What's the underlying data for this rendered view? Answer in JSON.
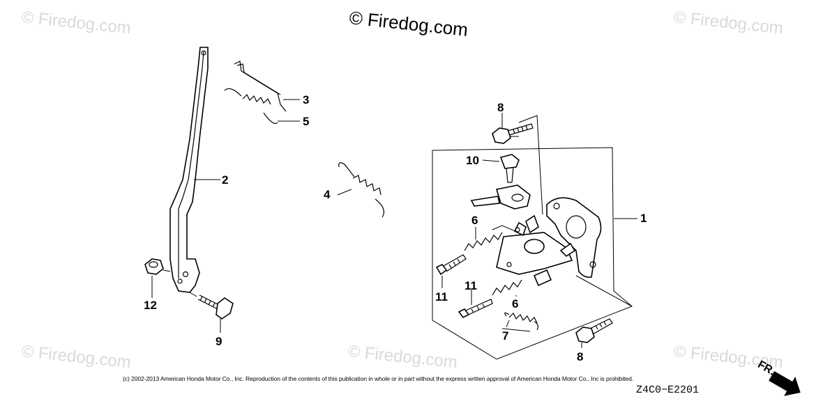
{
  "watermarks": {
    "main": "© Firedog.com",
    "corner": "© Firedog.com"
  },
  "callouts": {
    "c1": "1",
    "c2": "2",
    "c3": "3",
    "c4": "4",
    "c5": "5",
    "c6a": "6",
    "c6b": "6",
    "c7": "7",
    "c8a": "8",
    "c8b": "8",
    "c9": "9",
    "c10": "10",
    "c11a": "11",
    "c11b": "11",
    "c12": "12"
  },
  "copyright": "(c) 2002-2013 American Honda Motor Co., Inc. Reproduction of the contents of this publication in whole or in part without the express written approval of American Honda Motor Co., Inc is prohibited.",
  "diagram_code": "Z4C0−E2201",
  "direction_label": "FR."
}
